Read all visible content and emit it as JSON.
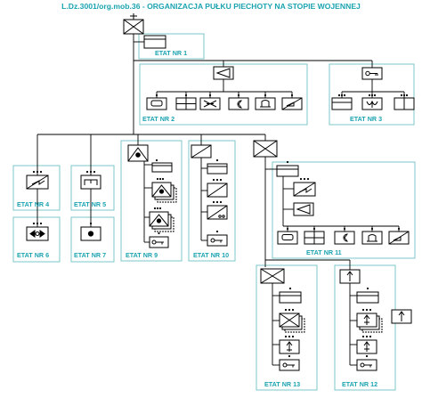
{
  "title": "L.Dz.3001/org.mob.36 - ORGANIZACJA PUŁKU PIECHOTY NA STOPIE WOJENNEJ",
  "labels": {
    "etat1": "ETAT NR 1",
    "etat2": "ETAT NR 2",
    "etat3": "ETAT NR 3",
    "etat4": "ETAT NR 4",
    "etat5": "ETAT NR 5",
    "etat6": "ETAT NR 6",
    "etat7": "ETAT NR 7",
    "etat9": "ETAT NR 9",
    "etat10": "ETAT NR 10",
    "etat11": "ETAT NR 11",
    "etat12": "ETAT NR 12",
    "etat13": "ETAT NR 13"
  },
  "colors": {
    "frame": "#7cc7c9",
    "title": "#1aa3b0",
    "line": "#000000"
  },
  "symbols": [
    "infantry-symbol",
    "hq-symbol",
    "signals-symbol",
    "cavalry-symbol",
    "engineer-symbol",
    "pioneer-symbol",
    "gas-symbol",
    "antitank-symbol",
    "artillery-symbol",
    "mortar-symbol",
    "machine-gun-symbol",
    "transport-symbol",
    "medical-symbol",
    "cyclist-symbol"
  ]
}
